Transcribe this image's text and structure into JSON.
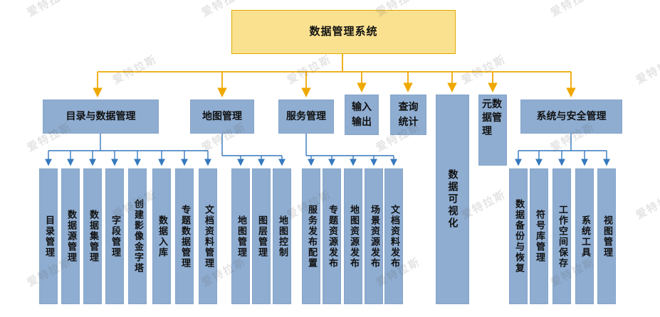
{
  "watermark": "爱特拉斯",
  "root": {
    "label": "数据管理系统"
  },
  "branches": [
    {
      "label": "目录与数据管理",
      "children": [
        "目录管理",
        "数据源管理",
        "数据集管理",
        "字段管理",
        "创建影像金字塔",
        "数据入库",
        "专题数据管理",
        "文档资料管理"
      ]
    },
    {
      "label": "地图管理",
      "children": [
        "地图管理",
        "图层管理",
        "地图控制"
      ]
    },
    {
      "label": "服务管理",
      "children": [
        "服务发布配置",
        "专题资源发布",
        "地图资源发布",
        "场景资源发布",
        "文档资料发布"
      ]
    },
    {
      "label": "输入输出",
      "children": []
    },
    {
      "label": "查询统计",
      "children": []
    },
    {
      "label": "数据可视化",
      "children": []
    },
    {
      "label": "元数据管理",
      "children": []
    },
    {
      "label": "系统与安全管理",
      "children": [
        "数据备份与恢复",
        "符号库管理",
        "工作空间保存",
        "系统工具",
        "视图管理"
      ]
    }
  ],
  "colors": {
    "root_fill": "#F9E190",
    "root_border": "#DFAC00",
    "node_fill": "#8FADD1",
    "yellow_connector": "#EFA800",
    "blue_connector": "#3579BE"
  }
}
